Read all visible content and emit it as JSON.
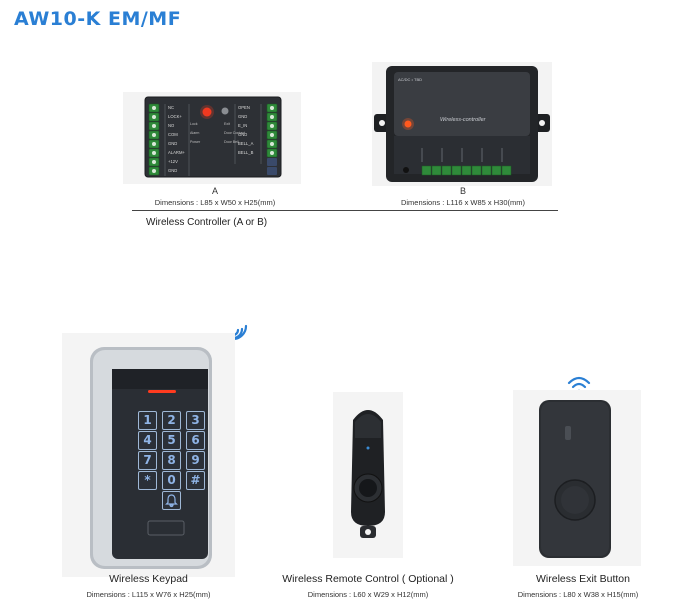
{
  "header": {
    "title": "AW10-K EM/MF"
  },
  "controllers": {
    "a": {
      "letter": "A",
      "dimensions": "Dimensions : L85 x W50 x H25(mm)",
      "terminals_left": [
        "NC",
        "LOCK+",
        "NO",
        "COM",
        "GND",
        "ALARM+",
        "+12V",
        "GND"
      ],
      "terminals_right": [
        "OPEN",
        "GND",
        "E_IN",
        "GND",
        "BELL_A",
        "BELL_B"
      ],
      "side_labels": [
        "Lock",
        "Exit",
        "Door Contact",
        "Door Bell",
        "Alarm",
        "Power"
      ]
    },
    "b": {
      "letter": "B",
      "dimensions": "Dimensions : L116 x W85 x H30(mm)",
      "lid_label": "Wireless-controller",
      "top_text": "AC/DC • TBD"
    },
    "caption": "Wireless Controller (A or B)"
  },
  "products": [
    {
      "name": "Wireless Keypad",
      "dimensions": "Dimensions : L115 x W76 x H25(mm)"
    },
    {
      "name": "Wireless Remote Control ( Optional )",
      "dimensions": "Dimensions : L60 x W29 x H12(mm)"
    },
    {
      "name": "Wireless Exit Button",
      "dimensions": "Dimensions : L80 x W38 x H15(mm)"
    }
  ],
  "keypad_keys": [
    "1",
    "2",
    "3",
    "4",
    "5",
    "6",
    "7",
    "8",
    "9",
    "*",
    "0",
    "#",
    "bell"
  ],
  "icons": {
    "wireless": "wifi-signal-icon",
    "bell": "bell-icon"
  },
  "colors": {
    "title": "#2a7fd4",
    "led": "#ff3b1f"
  }
}
